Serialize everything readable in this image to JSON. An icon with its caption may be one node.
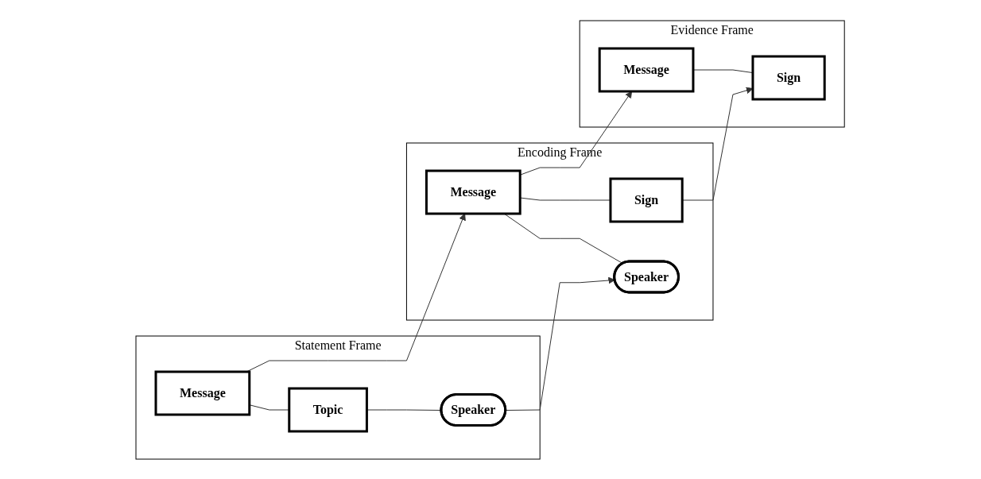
{
  "diagram": {
    "nodes": [
      {
        "text": [
          "Statement Frame"
        ]
      },
      {
        "text": [
          "Message"
        ],
        "in": 0
      },
      {
        "text": [
          "Topic"
        ],
        "in": 0
      },
      {
        "text": [
          "Speaker"
        ],
        "in": 0
      },
      {
        "text": [
          "Encoding Frame"
        ]
      },
      {
        "text": [
          "Message"
        ],
        "in": 4
      },
      {
        "text": [
          "Sign"
        ],
        "in": 4
      },
      {
        "text": [
          "Speaker"
        ],
        "in": 4
      },
      {
        "text": [
          "Evidence Frame"
        ]
      },
      {
        "text": [
          "Message"
        ],
        "in": 8
      },
      {
        "text": [
          "Sign"
        ],
        "in": 8
      }
    ],
    "edges": [
      {
        "from": 1,
        "to": 5,
        "arrow": "to"
      },
      {
        "from": 1,
        "to": 2,
        "arrow": "none"
      },
      {
        "from": 2,
        "to": 3,
        "arrow": "none"
      },
      {
        "from": 3,
        "to": 7,
        "arrow": "to"
      },
      {
        "from": 5,
        "to": 6,
        "arrow": "none"
      },
      {
        "from": 5,
        "to": 7,
        "arrow": "none"
      },
      {
        "from": 6,
        "to": 10,
        "arrow": "to"
      },
      {
        "from": 5,
        "to": 9,
        "arrow": "to"
      },
      {
        "from": 9,
        "to": 10,
        "arrow": "none"
      }
    ]
  }
}
